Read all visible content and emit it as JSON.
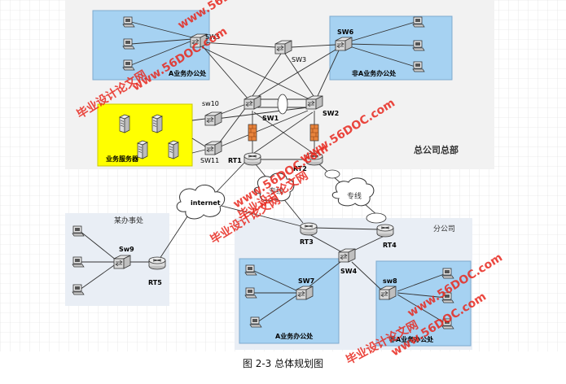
{
  "caption": "图 2-3 总体规划图",
  "labels": {
    "hq": "总公司总部",
    "branch": "分公司",
    "office": "某办事处",
    "biz_a_office_left": "A业务办公处",
    "biz_a_office_right": "非A业务办公处",
    "biz_servers": "业务服务器",
    "sw7_office": "A业务办公处",
    "sw8_office": "非A业务办公处",
    "internet": "internet",
    "lease_line_1": "专线",
    "lease_line_2": "专线"
  },
  "devices": {
    "SW1": "SW1",
    "SW2": "SW2",
    "SW3": "SW3",
    "SW4": "SW4",
    "SW5": "SW5",
    "SW6": "SW6",
    "SW7": "SW7",
    "sw8": "sw8",
    "Sw9": "Sw9",
    "sw10": "sw10",
    "SW11": "SW11",
    "RT1": "RT1",
    "RT2": "RT2",
    "RT3": "RT3",
    "RT4": "RT4",
    "RT5": "RT5"
  },
  "watermarks": {
    "cn": "毕业设计论文网",
    "url": "www.56DOC.com"
  },
  "colors": {
    "zone_blue": "#a6d2f2",
    "zone_yellow": "#ffff00",
    "hq_bg": "#f2f2f2",
    "branch_bg": "#e9eef5",
    "watermark": "#e8281e",
    "firewall": "#e8843c"
  }
}
